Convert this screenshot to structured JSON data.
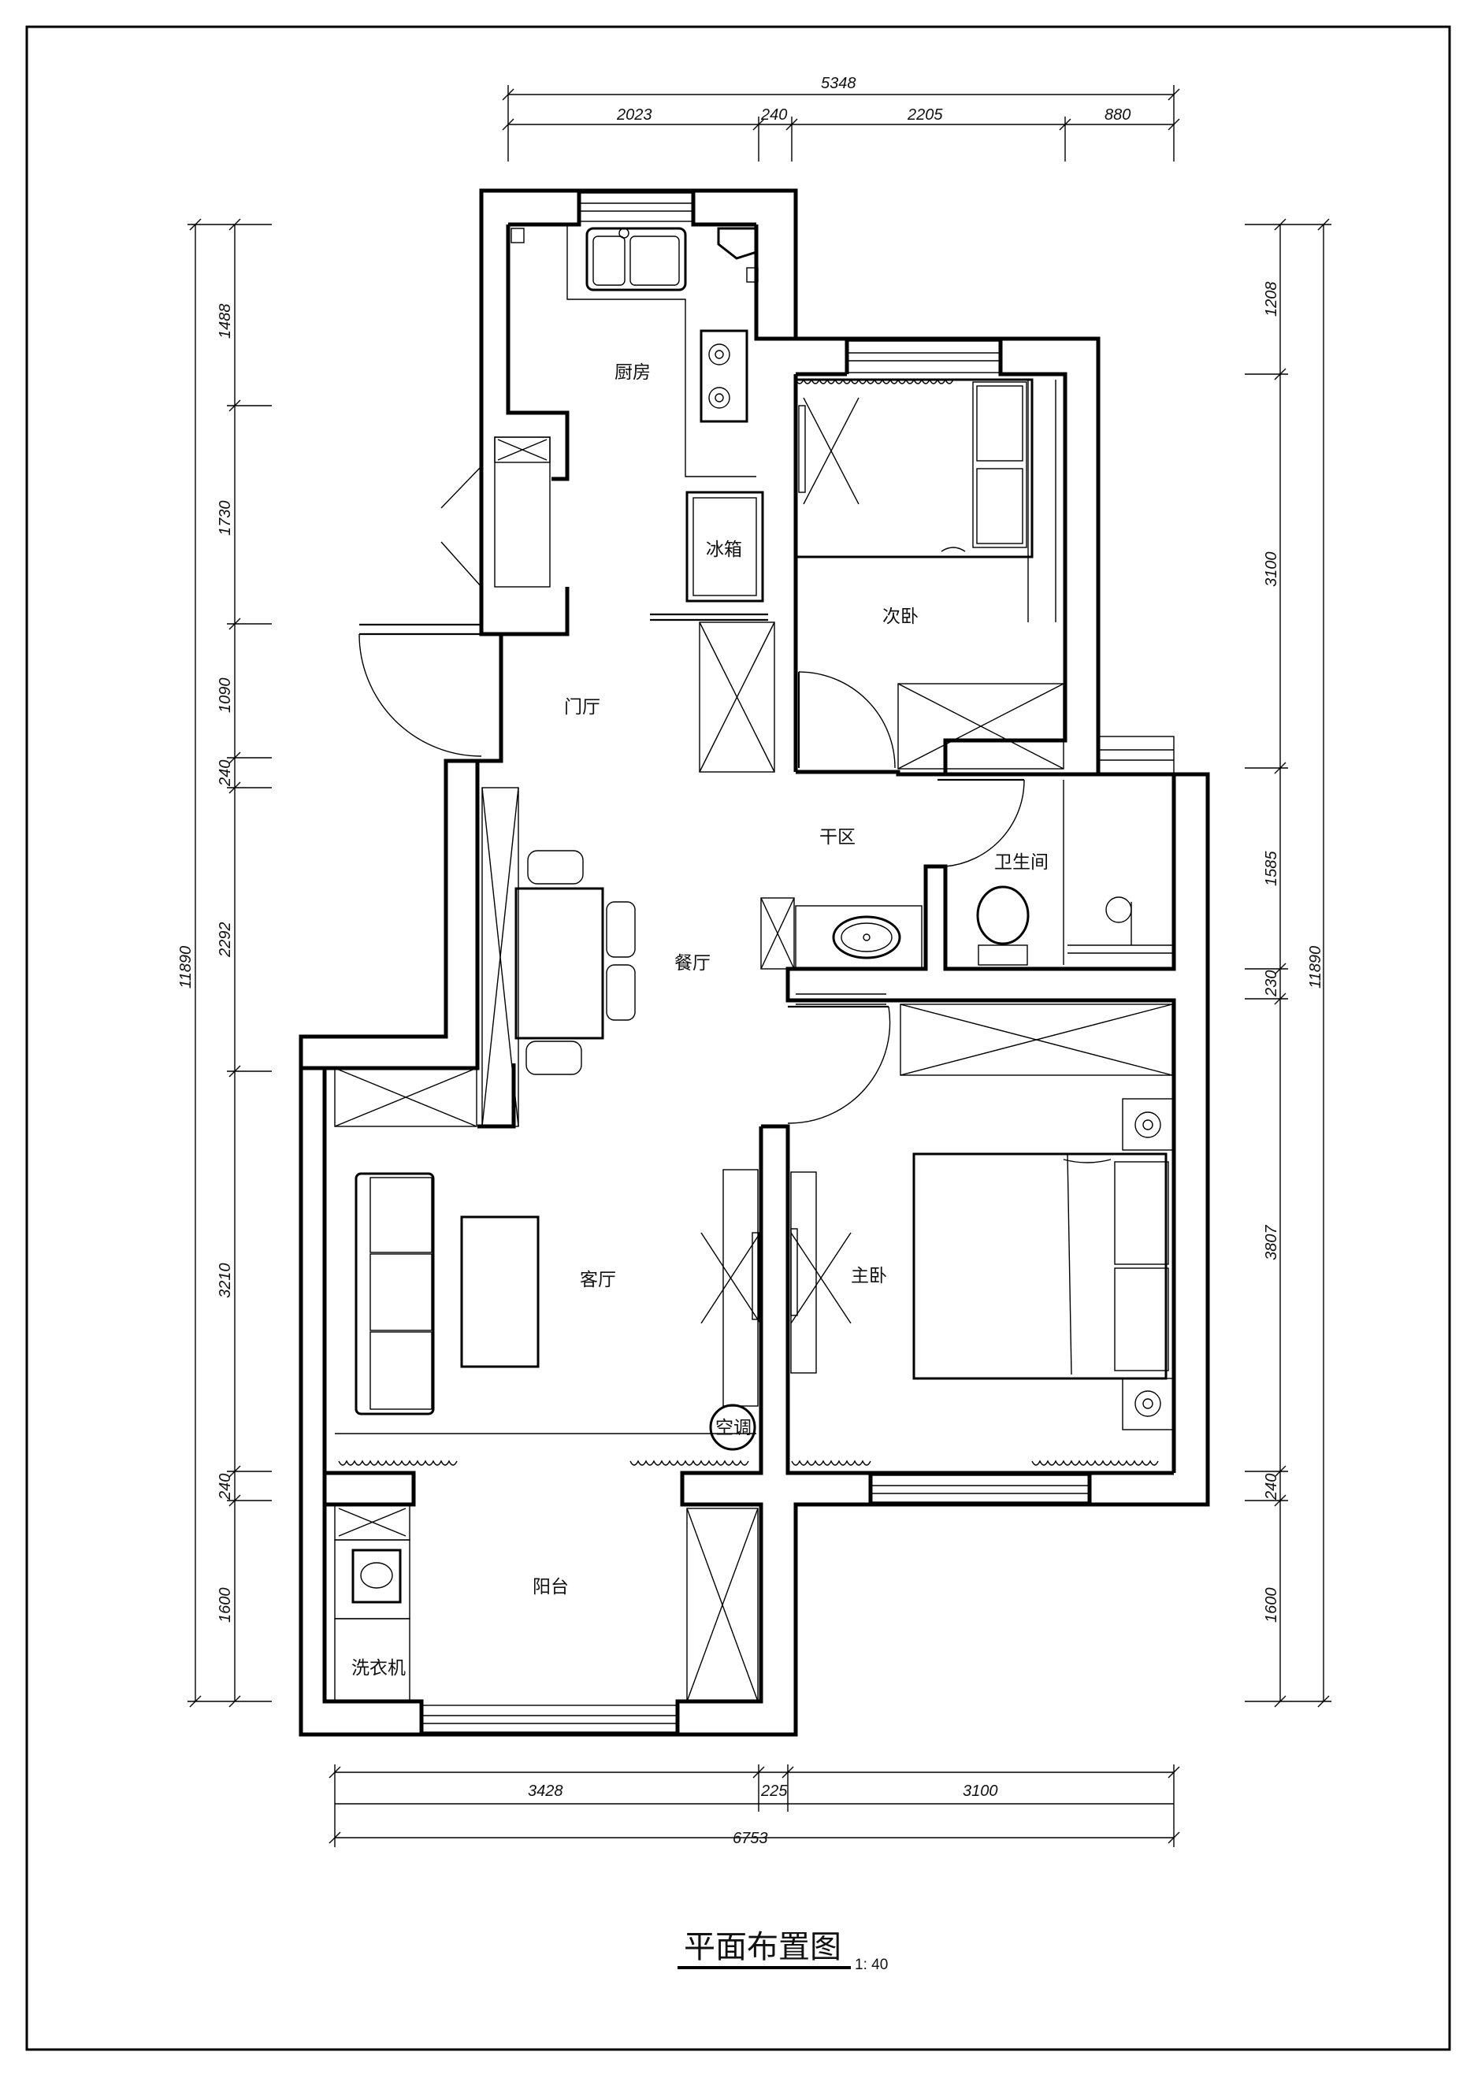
{
  "plan": {
    "title": "平面布置图",
    "scale": "1: 40",
    "rooms": {
      "kitchen": "厨房",
      "fridge": "冰箱",
      "second_bedroom": "次卧",
      "foyer": "门厅",
      "dry_area": "干区",
      "bathroom": "卫生间",
      "dining": "餐厅",
      "living": "客厅",
      "master_bedroom": "主卧",
      "ac": "空调",
      "balcony": "阳台",
      "washer": "洗衣机"
    },
    "dims": {
      "top_total": "5348",
      "top_1": "2023",
      "top_2": "240",
      "top_3": "2205",
      "top_4": "880",
      "left_1": "1488",
      "left_2": "1730",
      "left_3": "1090",
      "left_4": "240",
      "left_5": "2292",
      "left_6": "3210",
      "left_7": "240",
      "left_8": "1600",
      "left_total": "11890",
      "right_1": "1208",
      "right_2": "3100",
      "right_3": "1585",
      "right_4": "230",
      "right_5": "3807",
      "right_6": "240",
      "right_7": "1600",
      "right_total": "11890",
      "bottom_1": "3428",
      "bottom_2": "225",
      "bottom_3": "3100",
      "bottom_total": "6753"
    }
  }
}
